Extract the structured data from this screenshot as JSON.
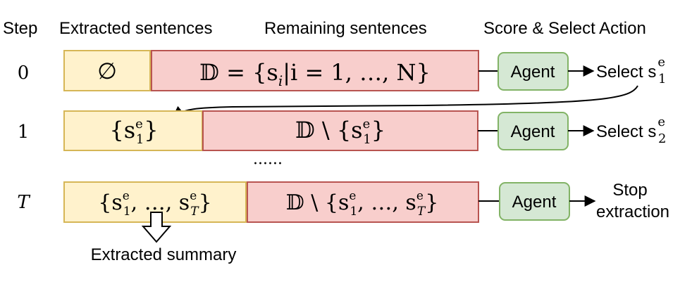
{
  "headers": {
    "step": "Step",
    "extracted": "Extracted sentences",
    "remaining": "Remaining sentences",
    "action": "Score & Select Action"
  },
  "rows": [
    {
      "step": "0",
      "extracted": "∅",
      "remaining": "𝔻 = {s",
      "remaining_sub": "i",
      "remaining_tail": "|i = 1, …, N}",
      "agent": "Agent",
      "action": "Select s",
      "action_sup": "e",
      "action_sub": "1"
    },
    {
      "step": "1",
      "extracted": "{s",
      "extracted_sup": "e",
      "extracted_sub": "1",
      "extracted_tail": "}",
      "remaining": "𝔻 \\ {s",
      "remaining_sup": "e",
      "remaining_sub": "1",
      "remaining_tail": "}",
      "agent": "Agent",
      "action": "Select s",
      "action_sup": "e",
      "action_sub": "2"
    },
    {
      "step": "T",
      "extracted": "{s",
      "extracted_sup1": "e",
      "extracted_sub1": "1",
      "extracted_mid": ", …, s",
      "extracted_sup2": "e",
      "extracted_sub2": "T",
      "extracted_tail": "}",
      "remaining": "𝔻 \\ {s",
      "remaining_sup1": "e",
      "remaining_sub1": "1",
      "remaining_mid": ", …, s",
      "remaining_sup2": "e",
      "remaining_sub2": "T",
      "remaining_tail": "}",
      "agent": "Agent",
      "action_line1": "Stop",
      "action_line2": "extraction"
    }
  ],
  "ellipsis": "······",
  "summary_label": "Extracted summary",
  "colors": {
    "extracted_fill": "#fff2cc",
    "extracted_stroke": "#d6b656",
    "remaining_fill": "#f8cecc",
    "remaining_stroke": "#b85450",
    "agent_fill": "#d5e8d4",
    "agent_stroke": "#82b366"
  }
}
